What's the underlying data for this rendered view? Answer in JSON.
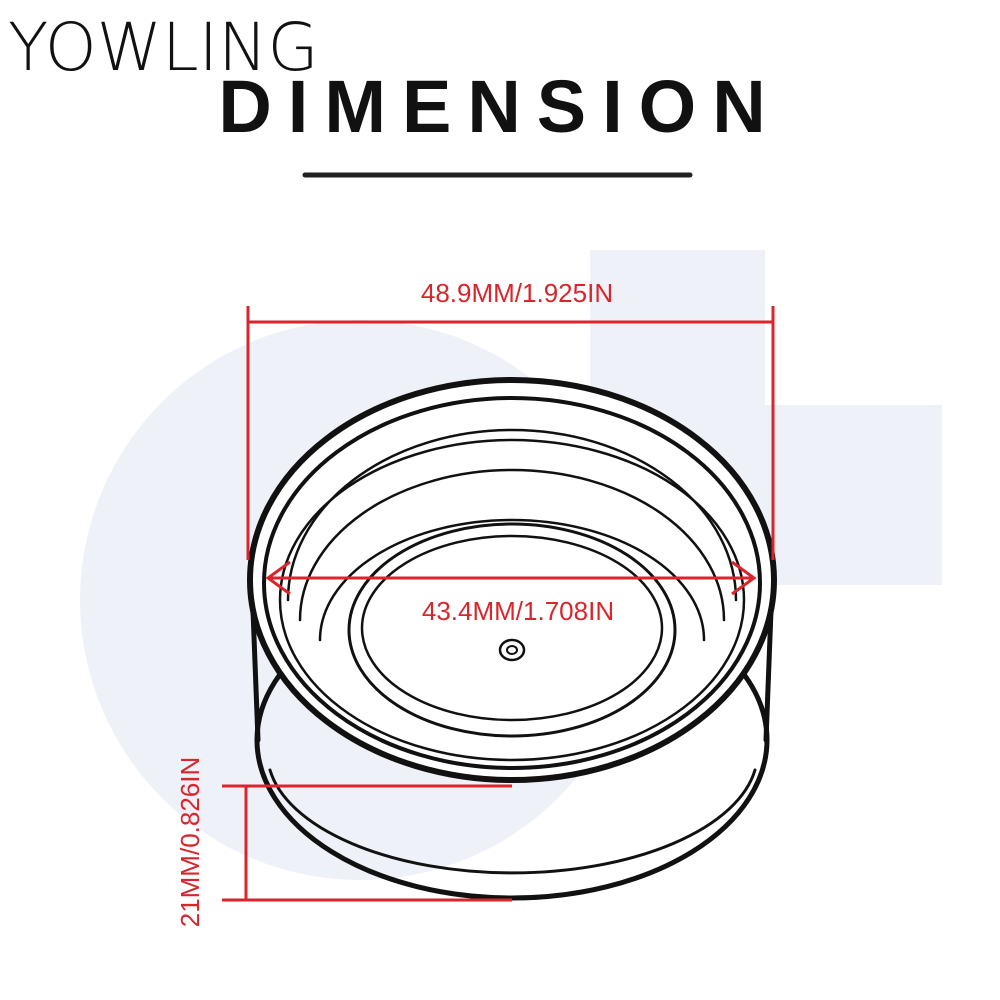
{
  "brand": {
    "name": "YOWLING"
  },
  "page": {
    "title": "DIMENSION"
  },
  "dimensions": {
    "outer_diameter": {
      "label": "48.9MM/1.925IN"
    },
    "inner_diameter": {
      "label": "43.4MM/1.708IN"
    },
    "height": {
      "label": "21MM/0.826IN"
    }
  },
  "colors": {
    "accent": "#d9262c",
    "ink": "#111111",
    "watermark": "#eef1f8"
  }
}
